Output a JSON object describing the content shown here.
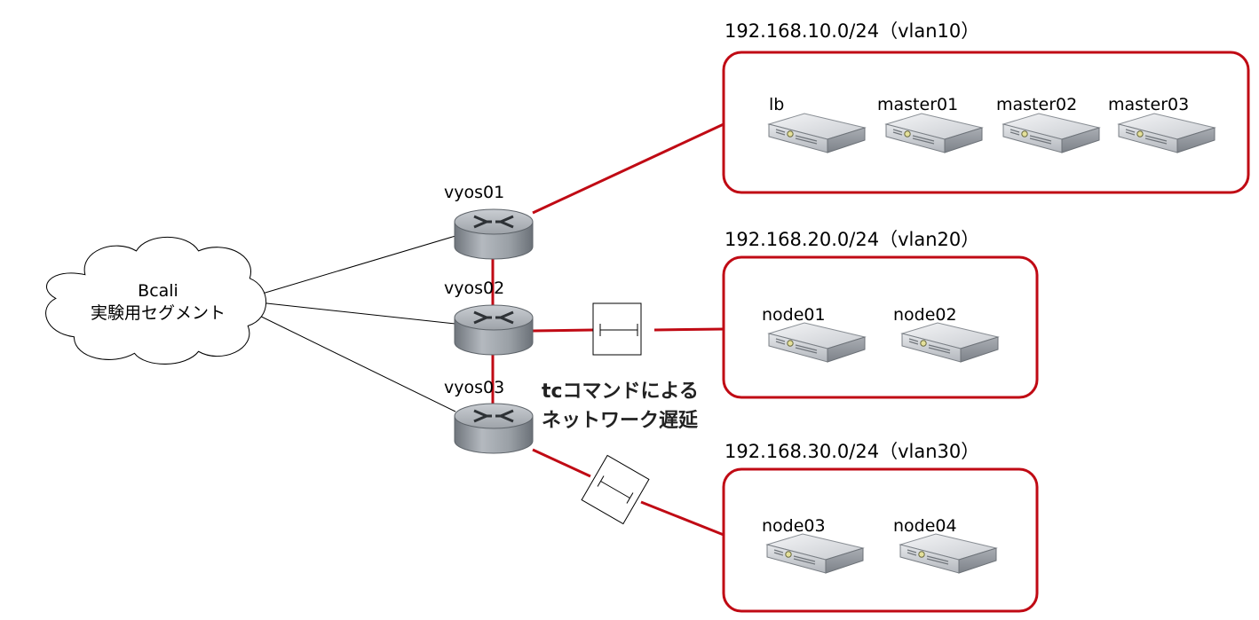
{
  "cloud": {
    "line1": "Bcali",
    "line2": "実験用セグメント"
  },
  "routers": {
    "vyos01": "vyos01",
    "vyos02": "vyos02",
    "vyos03": "vyos03"
  },
  "note": {
    "line1": "tcコマンドによる",
    "line2": "ネットワーク遅延"
  },
  "subnets": {
    "vlan10": {
      "label": "192.168.10.0/24（vlan10）",
      "hosts": [
        "lb",
        "master01",
        "master02",
        "master03"
      ]
    },
    "vlan20": {
      "label": "192.168.20.0/24（vlan20）",
      "hosts": [
        "node01",
        "node02"
      ]
    },
    "vlan30": {
      "label": "192.168.30.0/24（vlan30）",
      "hosts": [
        "node03",
        "node04"
      ]
    }
  },
  "colors": {
    "link": "#c00a14",
    "router_body": "#8e949b"
  },
  "icons": {
    "router": "router-icon",
    "server": "server-icon",
    "cloud": "cloud-icon",
    "delay": "delay-box-icon"
  }
}
